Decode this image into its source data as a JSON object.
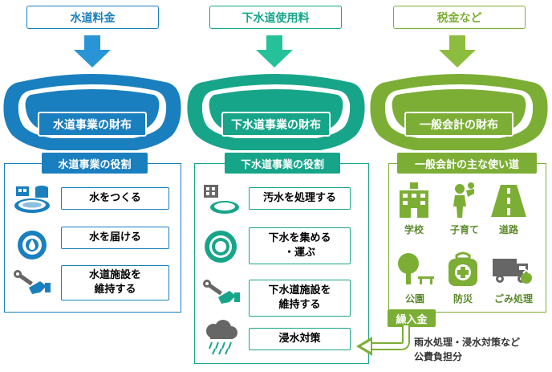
{
  "colors": {
    "water": "#1a7fbf",
    "sewer": "#17a58a",
    "general": "#7cae35",
    "icon_gray": "#666666"
  },
  "sources": {
    "water": "水道料金",
    "sewer": "下水道使用料",
    "general": "税金など"
  },
  "wallets": {
    "water": "水道事業の財布",
    "sewer": "下水道事業の財布",
    "general": "一般会計の財布"
  },
  "water_role": {
    "title": "水道事業の役割",
    "items": [
      {
        "label": "水をつくる",
        "icon": "water-plant-icon"
      },
      {
        "label": "水を届ける",
        "icon": "water-pipe-icon"
      },
      {
        "label": "水道施設を\n維持する",
        "icon": "wrench-hand-icon"
      }
    ]
  },
  "sewer_role": {
    "title": "下水道事業の役割",
    "items": [
      {
        "label": "汚水を処理する",
        "icon": "treatment-plant-icon"
      },
      {
        "label": "下水を集める\n・運ぶ",
        "icon": "sewer-pipe-icon"
      },
      {
        "label": "下水道施設を\n維持する",
        "icon": "wrench-hand-icon"
      },
      {
        "label": "浸水対策",
        "icon": "rain-cloud-icon"
      }
    ]
  },
  "general_role": {
    "title": "一般会計の主な使い道",
    "items": [
      {
        "label": "学校",
        "icon": "school-icon"
      },
      {
        "label": "子育て",
        "icon": "child-care-icon"
      },
      {
        "label": "道路",
        "icon": "road-icon"
      },
      {
        "label": "公園",
        "icon": "park-icon"
      },
      {
        "label": "防災",
        "icon": "disaster-kit-icon"
      },
      {
        "label": "ごみ処理",
        "icon": "garbage-truck-icon"
      }
    ]
  },
  "transfer": {
    "label": "繰入金",
    "note": "雨水処理・浸水対策など\n公費負担分"
  }
}
